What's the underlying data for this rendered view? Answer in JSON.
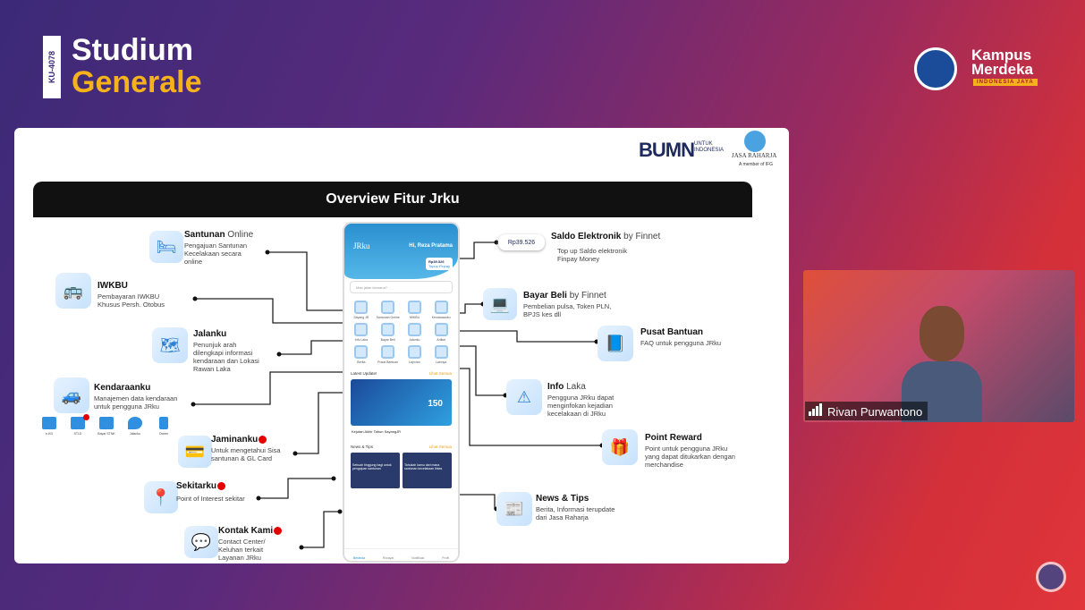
{
  "branding": {
    "course_code": "KU-4078",
    "title_line1": "Studium",
    "title_line2": "Generale",
    "partner_title": "Kampus Merdeka",
    "partner_sub": "INDONESIA JAYA"
  },
  "slide": {
    "title": "Overview Fitur Jrku",
    "logos": {
      "bumn": "BUMN",
      "bumn_sub": "UNTUK INDONESIA",
      "jasa": "JASA RAHARJA",
      "jasa_sub": "A member of IFG"
    },
    "features": [
      {
        "title": "Santunan",
        "title_light": " Online",
        "desc": "Pengajuan Santunan Kecelakaan secara online",
        "icon": "bed-icon",
        "new": false
      },
      {
        "title": "IWKBU",
        "title_light": "",
        "desc": "Pembayaran IWKBU Khusus Persh. Otobus",
        "icon": "bus-icon",
        "new": false
      },
      {
        "title": "Jalanku",
        "title_light": "",
        "desc": "Penunjuk arah dilengkapi informasi kendaraan dan Lokasi Rawan Laka",
        "icon": "map-icon",
        "new": false
      },
      {
        "title": "Kendaraanku",
        "title_light": "",
        "desc": "Manajemen data kendaraan untuk pengguna JRku",
        "icon": "car-icon",
        "new": false
      },
      {
        "title": "Jaminanku",
        "title_light": "",
        "desc": "Untuk mengetahui Sisa santunan & GL Card",
        "icon": "card-icon",
        "new": true
      },
      {
        "title": "Sekitarku",
        "title_light": "",
        "desc": "Point of Interest sekitar",
        "icon": "location-icon",
        "new": true
      },
      {
        "title": "Kontak Kami",
        "title_light": "",
        "desc": "Contact Center/ Keluhan terkait Layanan JRku",
        "icon": "chat-icon",
        "new": true
      },
      {
        "title": "Saldo Elektronik",
        "title_light": " by Finnet",
        "desc": "Top up Saldo elektronik Finpay Money",
        "icon": "wallet-icon",
        "new": false
      },
      {
        "title": "Bayar Beli",
        "title_light": " by Finnet",
        "desc": "Pembelian pulsa, Token PLN, BPJS kes dll",
        "icon": "payment-icon",
        "new": false
      },
      {
        "title": "Pusat Bantuan",
        "title_light": "",
        "desc": "FAQ untuk pengguna JRku",
        "icon": "help-book-icon",
        "new": false
      },
      {
        "title": "Info",
        "title_light": " Laka",
        "desc": "Pengguna JRku dapat menginfokan kejadian kecelakaan di JRku",
        "icon": "warning-icon",
        "new": false
      },
      {
        "title": "Point Reward",
        "title_light": "",
        "desc": "Point untuk pengguna JRku yang dapat ditukarkan dengan merchandise",
        "icon": "gift-icon",
        "new": false
      },
      {
        "title": "News & Tips",
        "title_light": "",
        "desc": "Berita, Informasi terupdate dari Jasa Raharja",
        "icon": "news-icon",
        "new": false
      }
    ],
    "kendaraanku_sub": [
      "e-KD",
      "STLD",
      "Bayar STNK",
      "Jalanku",
      "Owner"
    ],
    "phone": {
      "logo": "JRku",
      "greeting": "Hi, Reza Pratama",
      "balance": "Rp39.526",
      "balance_label": "Topup Finpay",
      "search_placeholder": "Mau jalan kemana?",
      "grid": [
        "Sayang JR",
        "Santunan Online",
        "IWKBU",
        "Kendaraanku",
        "Info Laka",
        "Bayar Beli",
        "Jalanku",
        "Artikel",
        "Berita",
        "Pusat Bantuan",
        "Laporan",
        "Lainnya"
      ],
      "latest_label": "Latest Update!",
      "see_all": "Lihat Semua",
      "banner_value": "150",
      "banner_title": "Kejutan Akhir Tahun SayangJR",
      "news_label": "News & Tips",
      "news": [
        "Sebuah tinggung bagi untuk pengajuan santunan",
        "Tahukah kamu dari mana santunan kecelakaan lintas"
      ],
      "nav": [
        "Beranda",
        "Riwayat",
        "Notifikasi",
        "Profil"
      ]
    }
  },
  "video": {
    "participant": "Rivan Purwantono"
  }
}
